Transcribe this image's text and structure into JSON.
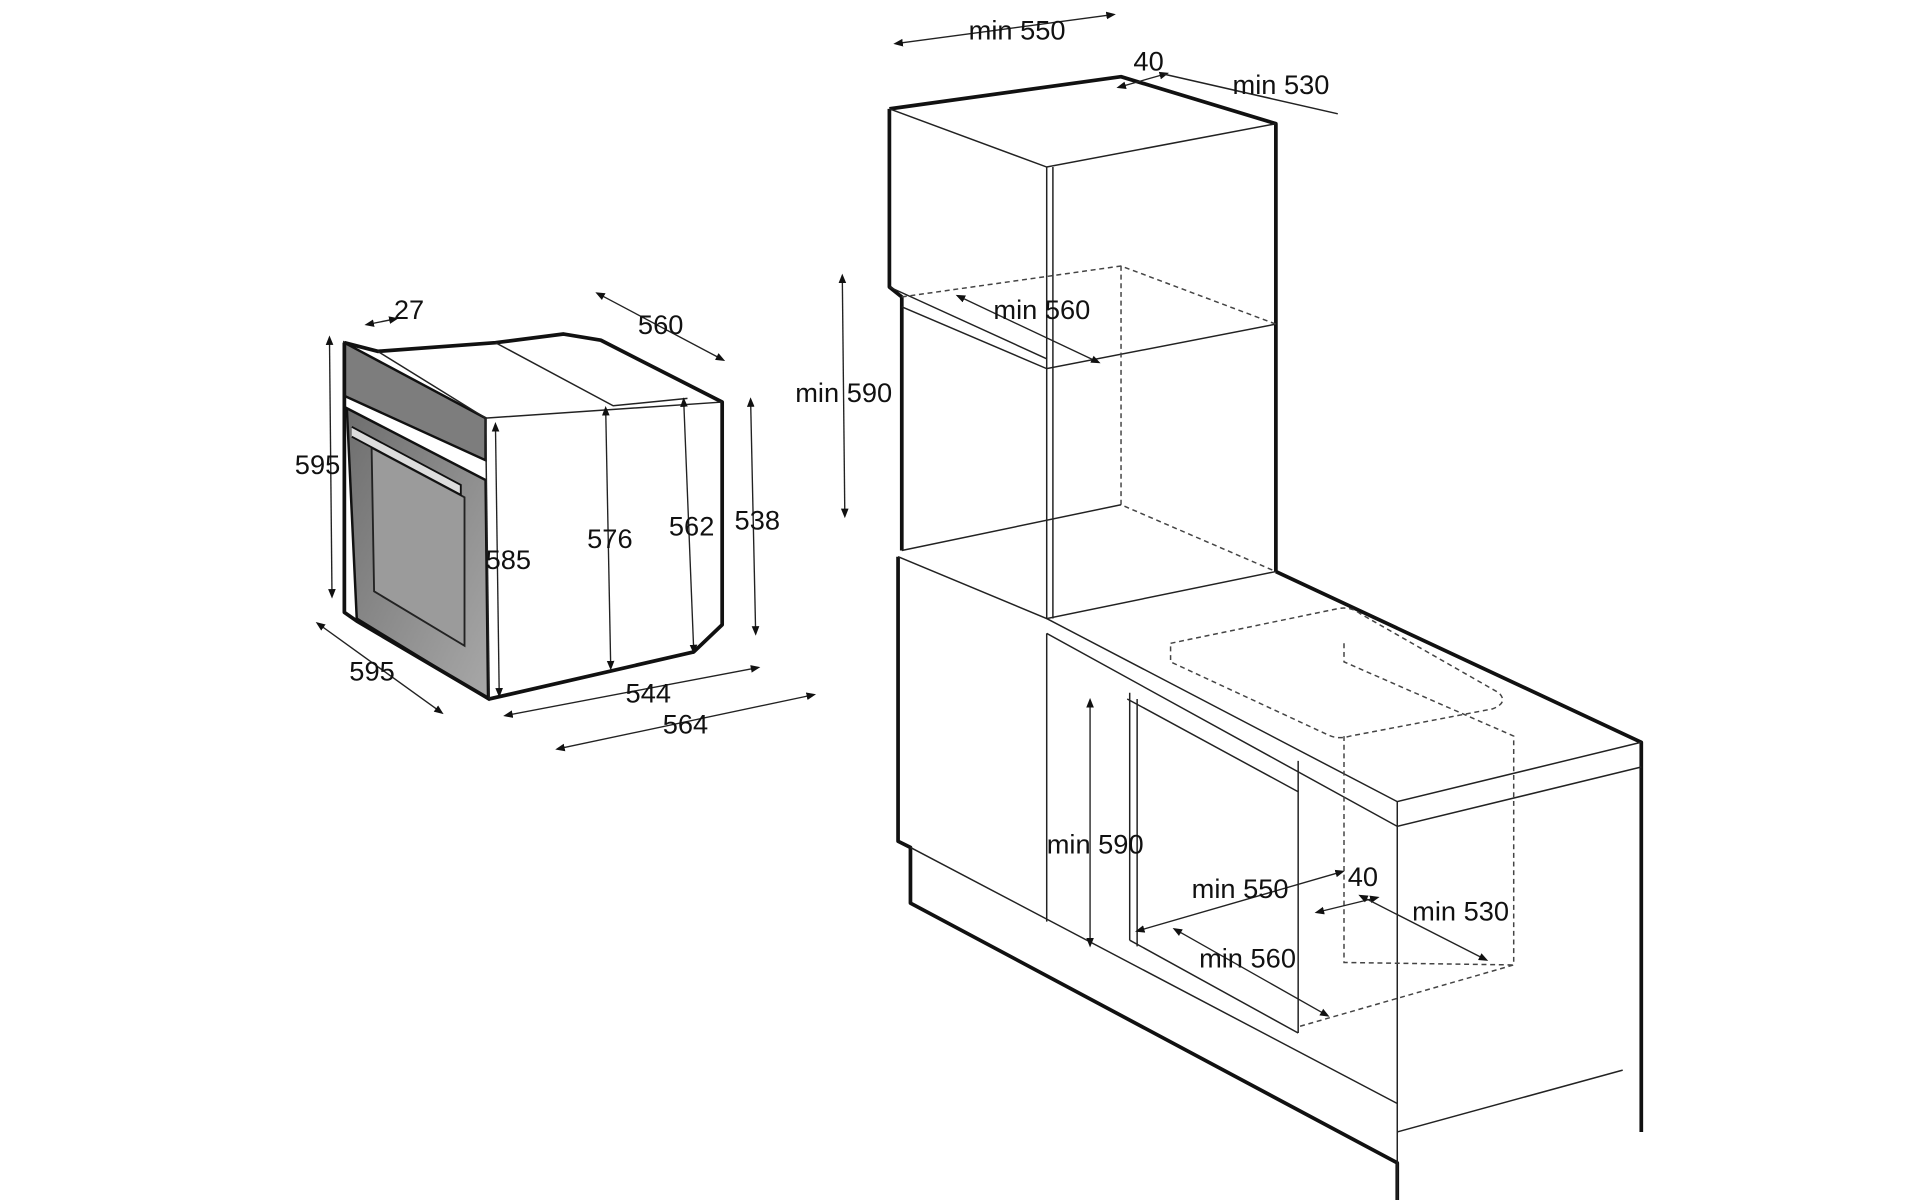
{
  "oven": {
    "depth_trim": "27",
    "depth_body": "560",
    "height_total": "595",
    "height_side": "585",
    "height_inner": "576",
    "height_rear": "562",
    "height_back": "538",
    "width_front": "595",
    "width_body": "544",
    "width_total": "564"
  },
  "tall_cabinet": {
    "width": "min 550",
    "gap": "40",
    "depth": "min 530",
    "niche_depth": "min 560",
    "niche_height": "min 590"
  },
  "base_cabinet": {
    "niche_height": "min 590",
    "width": "min 550",
    "gap": "40",
    "depth": "min 530",
    "niche_depth": "min 560"
  },
  "colors": {
    "line": "#111111",
    "panel": "#8a8a8a"
  }
}
